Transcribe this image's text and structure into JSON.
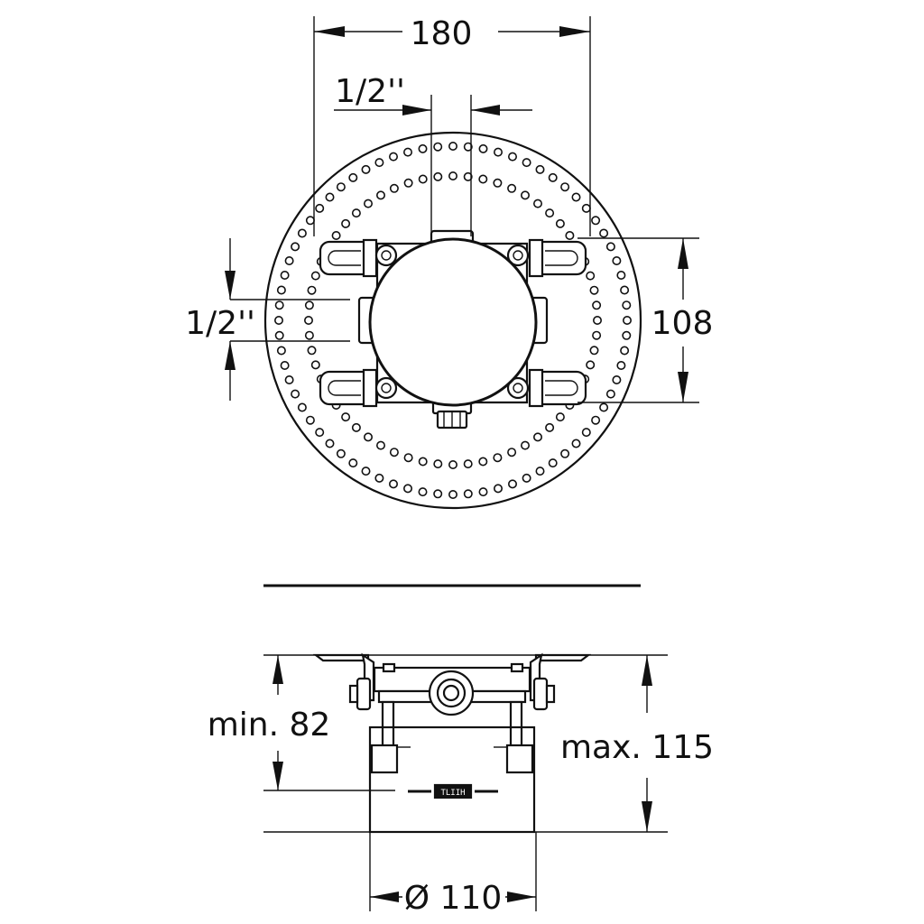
{
  "dimensions": {
    "top_width": "180",
    "top_inlet": "1/2''",
    "side_inlet": "1/2''",
    "height": "108",
    "min_depth": "min. 82",
    "max_depth": "max. 115",
    "diameter": "Ø  110"
  },
  "label_plate_text": "TLIIH"
}
